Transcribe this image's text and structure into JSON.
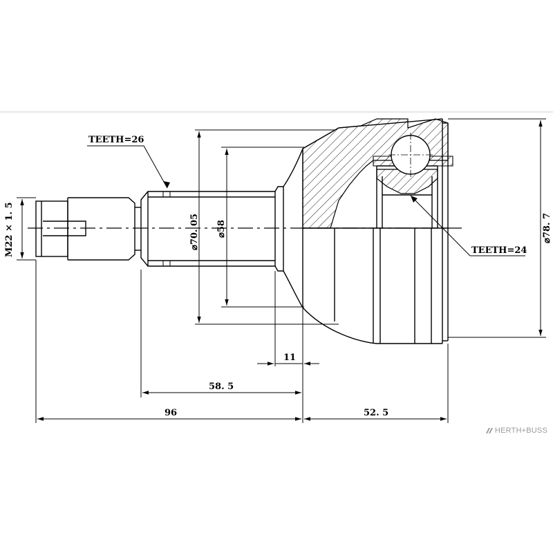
{
  "drawing": {
    "labels": {
      "teeth_outer": "TEETH=26",
      "teeth_inner": "TEETH=24",
      "thread": "M22 × 1. 5",
      "dia_shaft": "⌀70. 05",
      "dia_seat": "⌀58",
      "dia_housing": "⌀78. 7"
    },
    "dimensions": {
      "flange_width": "11",
      "shaft_length": "58. 5",
      "total_shaft_length": "96",
      "housing_length": "52. 5"
    },
    "brand": "HERTH+BUSS"
  }
}
